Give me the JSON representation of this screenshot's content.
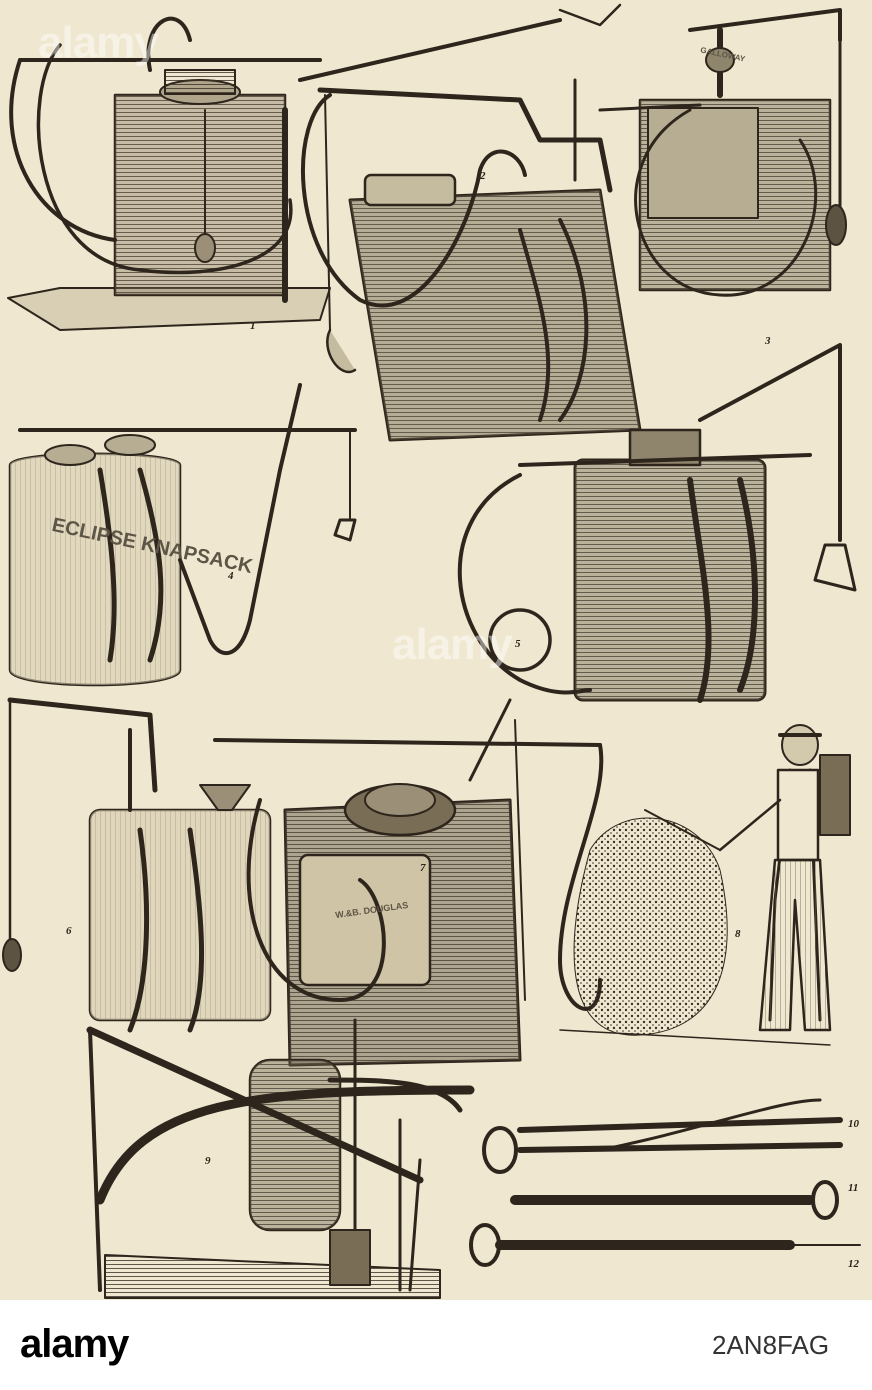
{
  "plate": {
    "background": "#efe7cf",
    "ink": "#3a3026",
    "figure_labels": [
      "1",
      "2",
      "3",
      "4",
      "5",
      "6",
      "7",
      "8",
      "9",
      "10",
      "11",
      "12"
    ],
    "tank_text": {
      "fig3_plate": "GALLOWAY",
      "fig4_tank": "ECLIPSE KNAPSACK",
      "fig7_plate": "W.&B. DOUGLAS"
    },
    "watermark": "alamy"
  },
  "footer": {
    "logo": "alamy",
    "image_id": "2AN8FAG",
    "background": "#ffffff"
  }
}
